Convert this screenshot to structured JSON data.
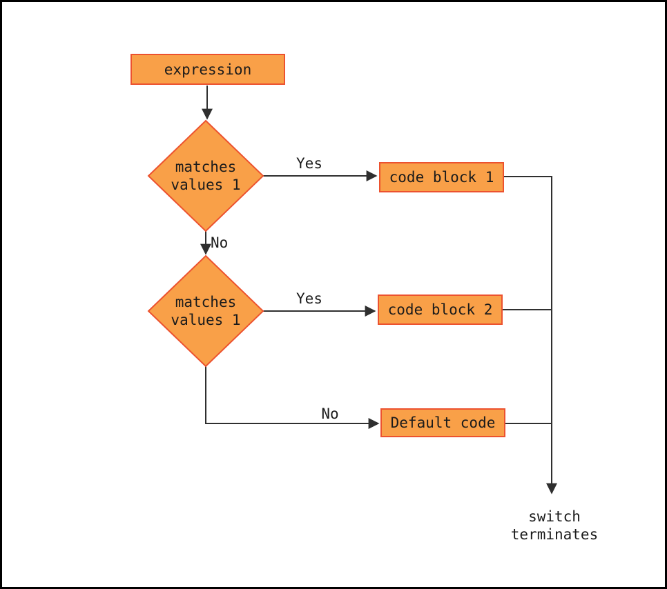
{
  "diagram": {
    "nodes": {
      "expression": {
        "label": "expression"
      },
      "decision1": {
        "line1": "matches",
        "line2": "values 1"
      },
      "decision2": {
        "line1": "matches",
        "line2": "values 1"
      },
      "code_block_1": {
        "label": "code block 1"
      },
      "code_block_2": {
        "label": "code block 2"
      },
      "default_code": {
        "label": "Default code"
      }
    },
    "edge_labels": {
      "yes1": "Yes",
      "no1": "No",
      "yes2": "Yes",
      "no2": "No"
    },
    "terminal": {
      "line1": "switch",
      "line2": "terminates"
    },
    "colors": {
      "node_fill": "#F9A048",
      "node_border": "#EC522F",
      "line": "#2F2F2F",
      "text": "#1B1B1B"
    }
  }
}
